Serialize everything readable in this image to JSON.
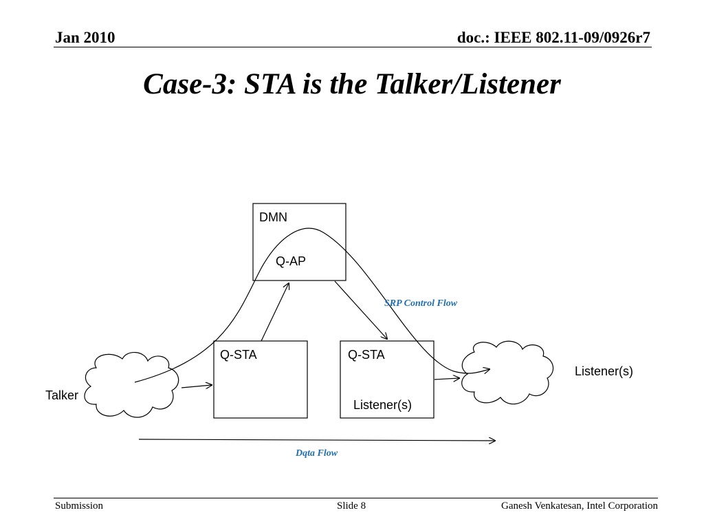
{
  "header": {
    "date": "Jan 2010",
    "doc_id": "doc.: IEEE 802.11-09/0926r7"
  },
  "title": "Case-3: STA is the Talker/Listener",
  "diagram": {
    "dmn_label": "DMN",
    "qap_label": "Q-AP",
    "qsta_left_label": "Q-STA",
    "qsta_right_label": "Q-STA",
    "qsta_right_sublabel": "Listener(s)",
    "talker_label": "Talker",
    "listener_cloud_label": "Listener(s)",
    "srp_flow_label": "SRP Control Flow",
    "data_flow_label": "Dqta Flow",
    "flow_label_color": "#1f6fb2"
  },
  "footer": {
    "left": "Submission",
    "center": "Slide 8",
    "right": "Ganesh Venkatesan, Intel Corporation"
  }
}
